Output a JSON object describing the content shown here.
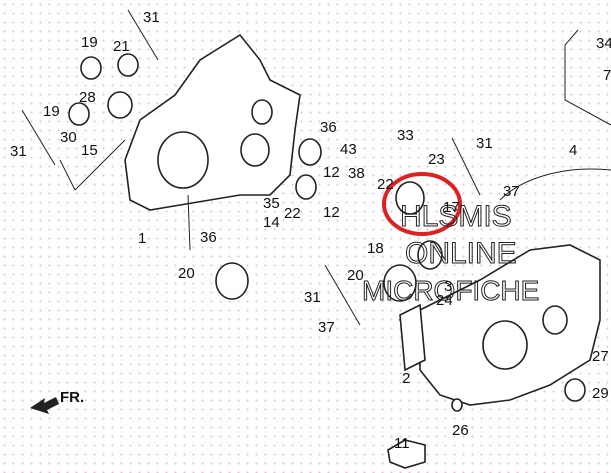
{
  "diagram": {
    "title": "Crankcase exploded parts diagram",
    "labels": [
      "31",
      "19",
      "21",
      "28",
      "19",
      "30",
      "15",
      "31",
      "1",
      "36",
      "43",
      "12",
      "38",
      "35",
      "22",
      "12",
      "14",
      "36",
      "20",
      "33",
      "23",
      "31",
      "4",
      "37",
      "22",
      "17",
      "18",
      "20",
      "3",
      "24",
      "31",
      "37",
      "2",
      "27",
      "29",
      "11",
      "26",
      "34",
      "7"
    ],
    "direction_marker": "FR.",
    "highlight_color": "#e02020",
    "watermark": [
      "HLSMIS",
      "ONLINE",
      "MICROFICHE"
    ]
  }
}
